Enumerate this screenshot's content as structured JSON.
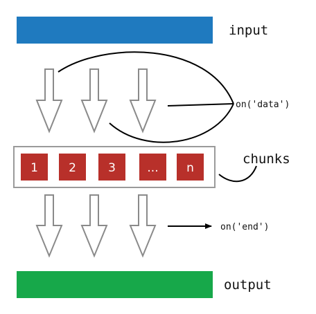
{
  "colors": {
    "input_bar": "#1f7abf",
    "output_bar": "#17a84a",
    "chunk_fill": "#b8302a",
    "arrow_stroke": "#8a8a8a",
    "container_stroke": "#9a9a9a"
  },
  "labels": {
    "input": "input",
    "output": "output",
    "chunks": "chunks",
    "on_data": "on('data')",
    "on_end": "on('end')"
  },
  "chunks": [
    "1",
    "2",
    "3",
    "...",
    "n"
  ]
}
